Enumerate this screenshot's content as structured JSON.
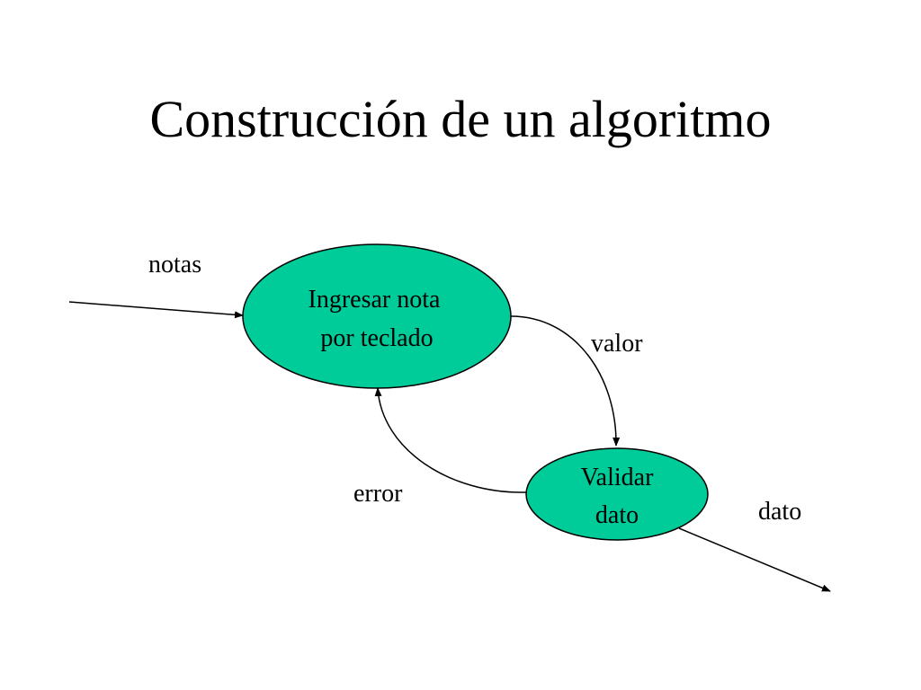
{
  "slide": {
    "title": "Construcción de un algoritmo"
  },
  "diagram": {
    "node_fill": "#00CC99",
    "stroke_color": "#000000",
    "nodes": {
      "input": {
        "line1": "Ingresar nota",
        "line2": "por teclado"
      },
      "validate": {
        "line1": "Validar",
        "line2": "dato"
      }
    },
    "flows": {
      "notas": "notas",
      "valor": "valor",
      "error": "error",
      "dato": "dato"
    }
  }
}
